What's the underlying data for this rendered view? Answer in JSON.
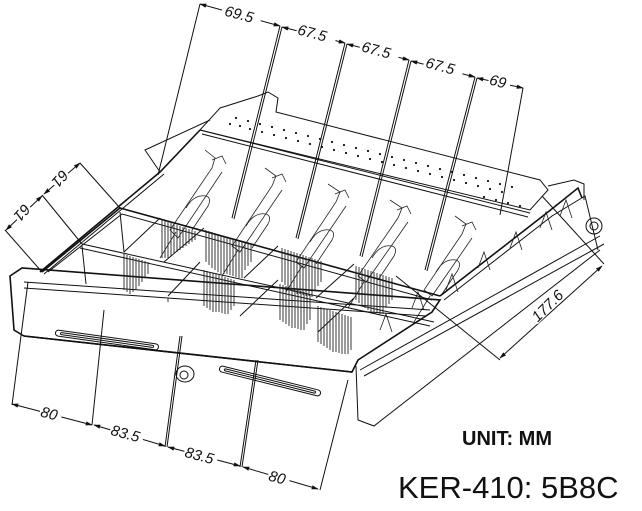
{
  "drawing": {
    "subject": "Cash drawer technical line drawing",
    "unit_label": "UNIT: MM",
    "model_label": "KER-410: 5B8C",
    "dimensions": {
      "top_bill_compartments": [
        "69.5",
        "67.5",
        "67.5",
        "67.5",
        "69"
      ],
      "front_coin_compartments": [
        "80",
        "83.5",
        "83.5",
        "80"
      ],
      "left_depth": [
        "61",
        "61"
      ],
      "side_depth": "177.6"
    },
    "colors": {
      "line": "#111111",
      "background": "#ffffff"
    }
  }
}
